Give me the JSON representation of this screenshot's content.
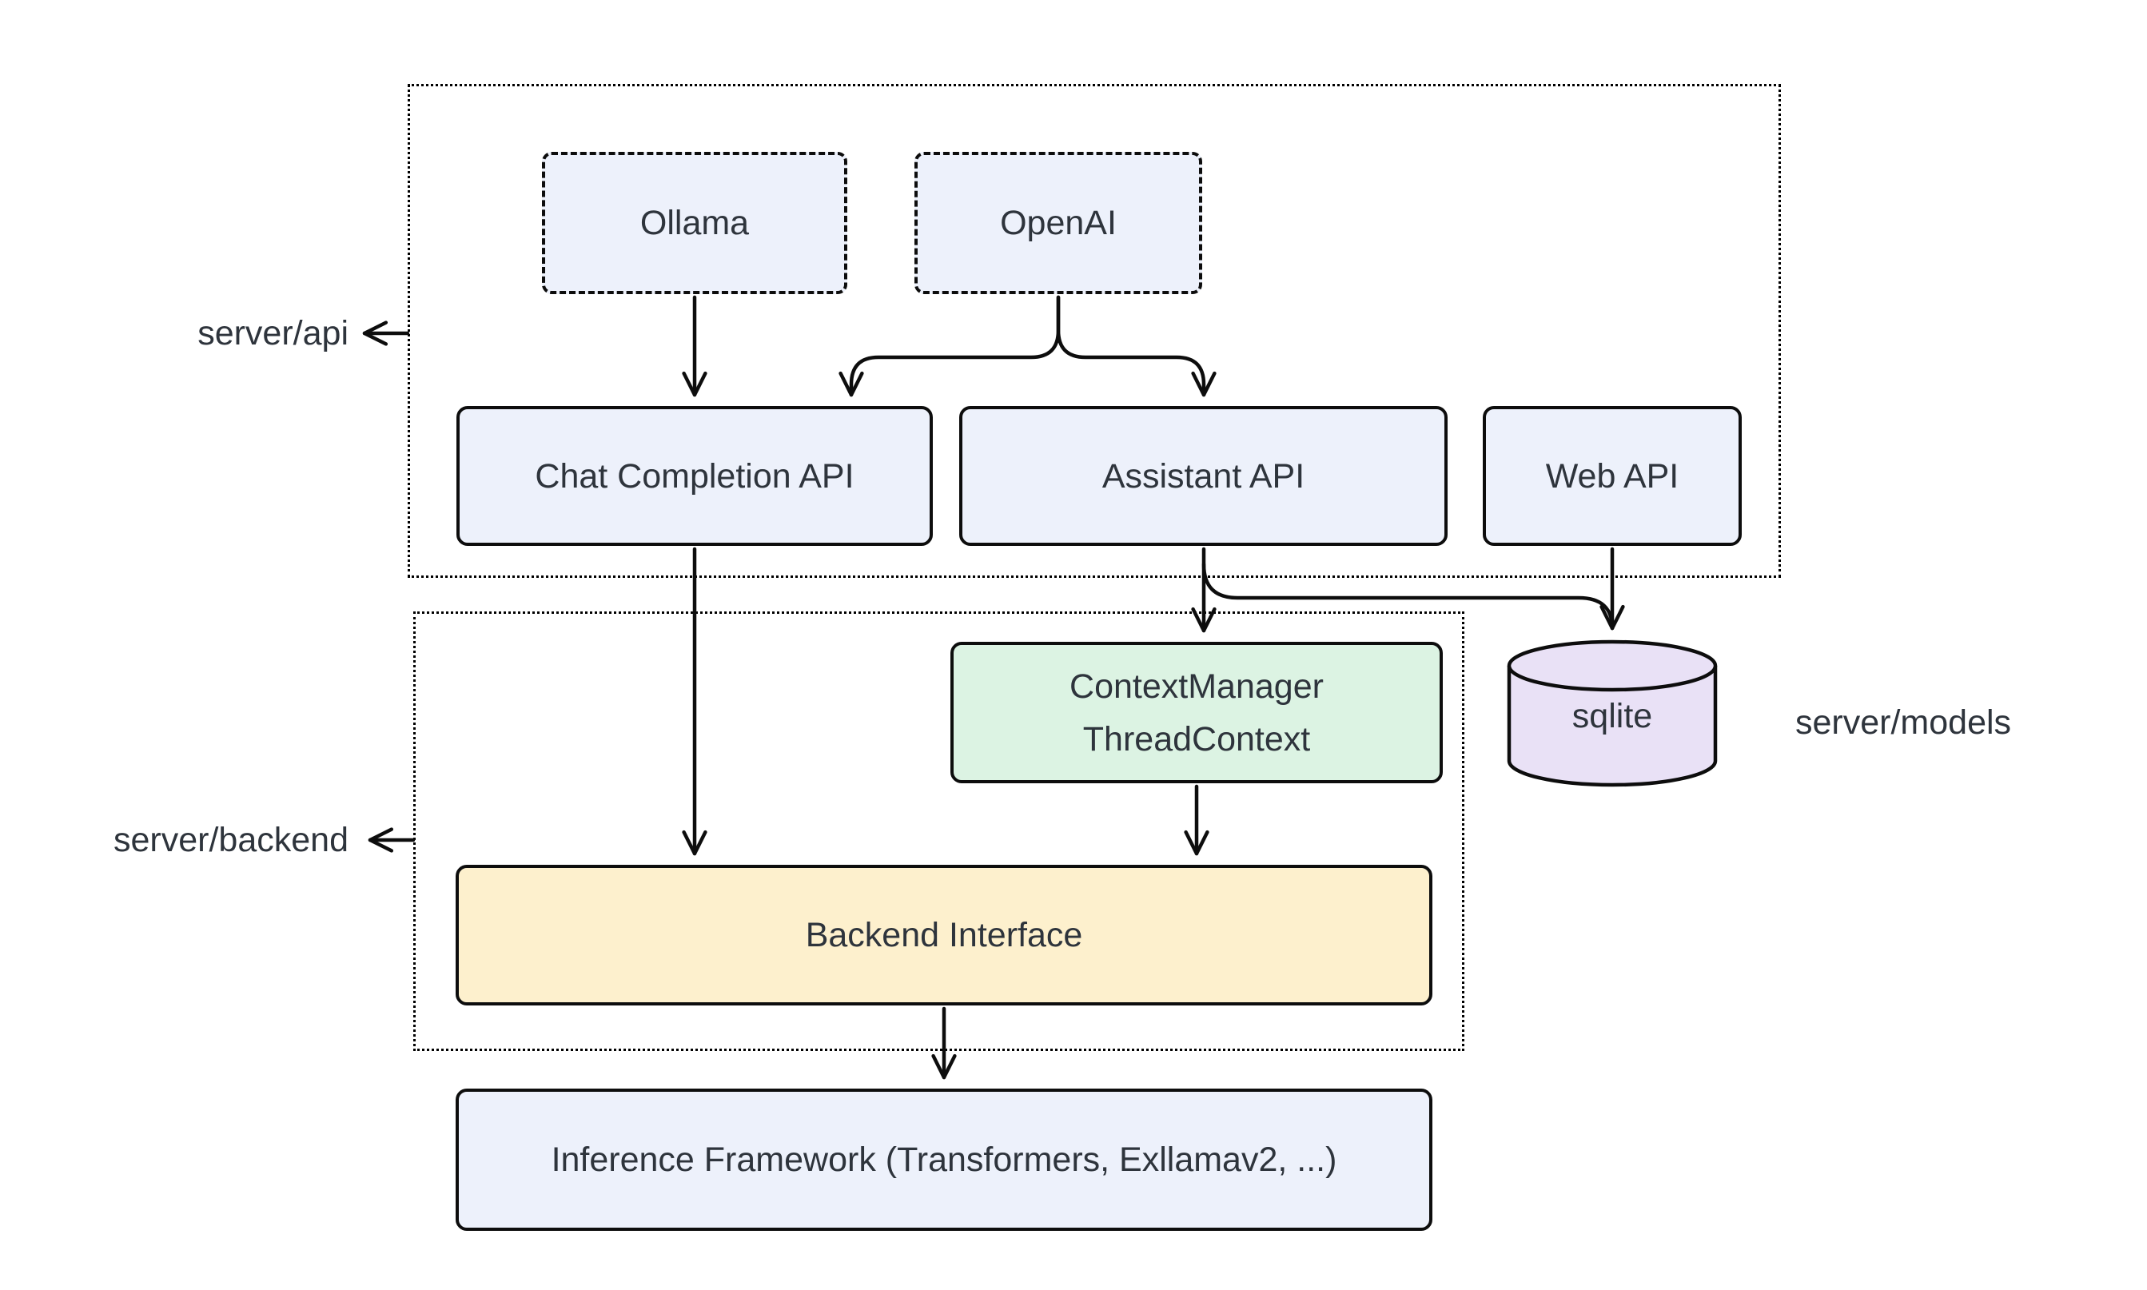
{
  "containers": {
    "api": {
      "label": "server/api"
    },
    "backend": {
      "label": "server/backend"
    },
    "models": {
      "label": "server/models"
    }
  },
  "nodes": {
    "ollama": {
      "label": "Ollama"
    },
    "openai": {
      "label": "OpenAI"
    },
    "chat_completion_api": {
      "label": "Chat Completion API"
    },
    "assistant_api": {
      "label": "Assistant API"
    },
    "web_api": {
      "label": "Web API"
    },
    "context_manager": {
      "line1": "ContextManager",
      "line2": "ThreadContext"
    },
    "sqlite": {
      "label": "sqlite"
    },
    "backend_interface": {
      "label": "Backend Interface"
    },
    "inference_framework": {
      "label": "Inference Framework (Transformers, Exllamav2, ...)"
    }
  },
  "edges": [
    {
      "from": "ollama",
      "to": "chat_completion_api"
    },
    {
      "from": "openai",
      "to": "chat_completion_api"
    },
    {
      "from": "openai",
      "to": "assistant_api"
    },
    {
      "from": "chat_completion_api",
      "to": "backend_interface"
    },
    {
      "from": "assistant_api",
      "to": "context_manager"
    },
    {
      "from": "assistant_api",
      "to": "sqlite"
    },
    {
      "from": "web_api",
      "to": "sqlite"
    },
    {
      "from": "context_manager",
      "to": "backend_interface"
    },
    {
      "from": "backend_interface",
      "to": "inference_framework"
    }
  ],
  "colors": {
    "node_blue": "#edf1fb",
    "node_green": "#dcf3e3",
    "node_yellow": "#fdf0cd",
    "node_purple": "#e9e1f6",
    "border": "#0d0d0d",
    "text": "#2e343c",
    "background": "#ffffff"
  }
}
